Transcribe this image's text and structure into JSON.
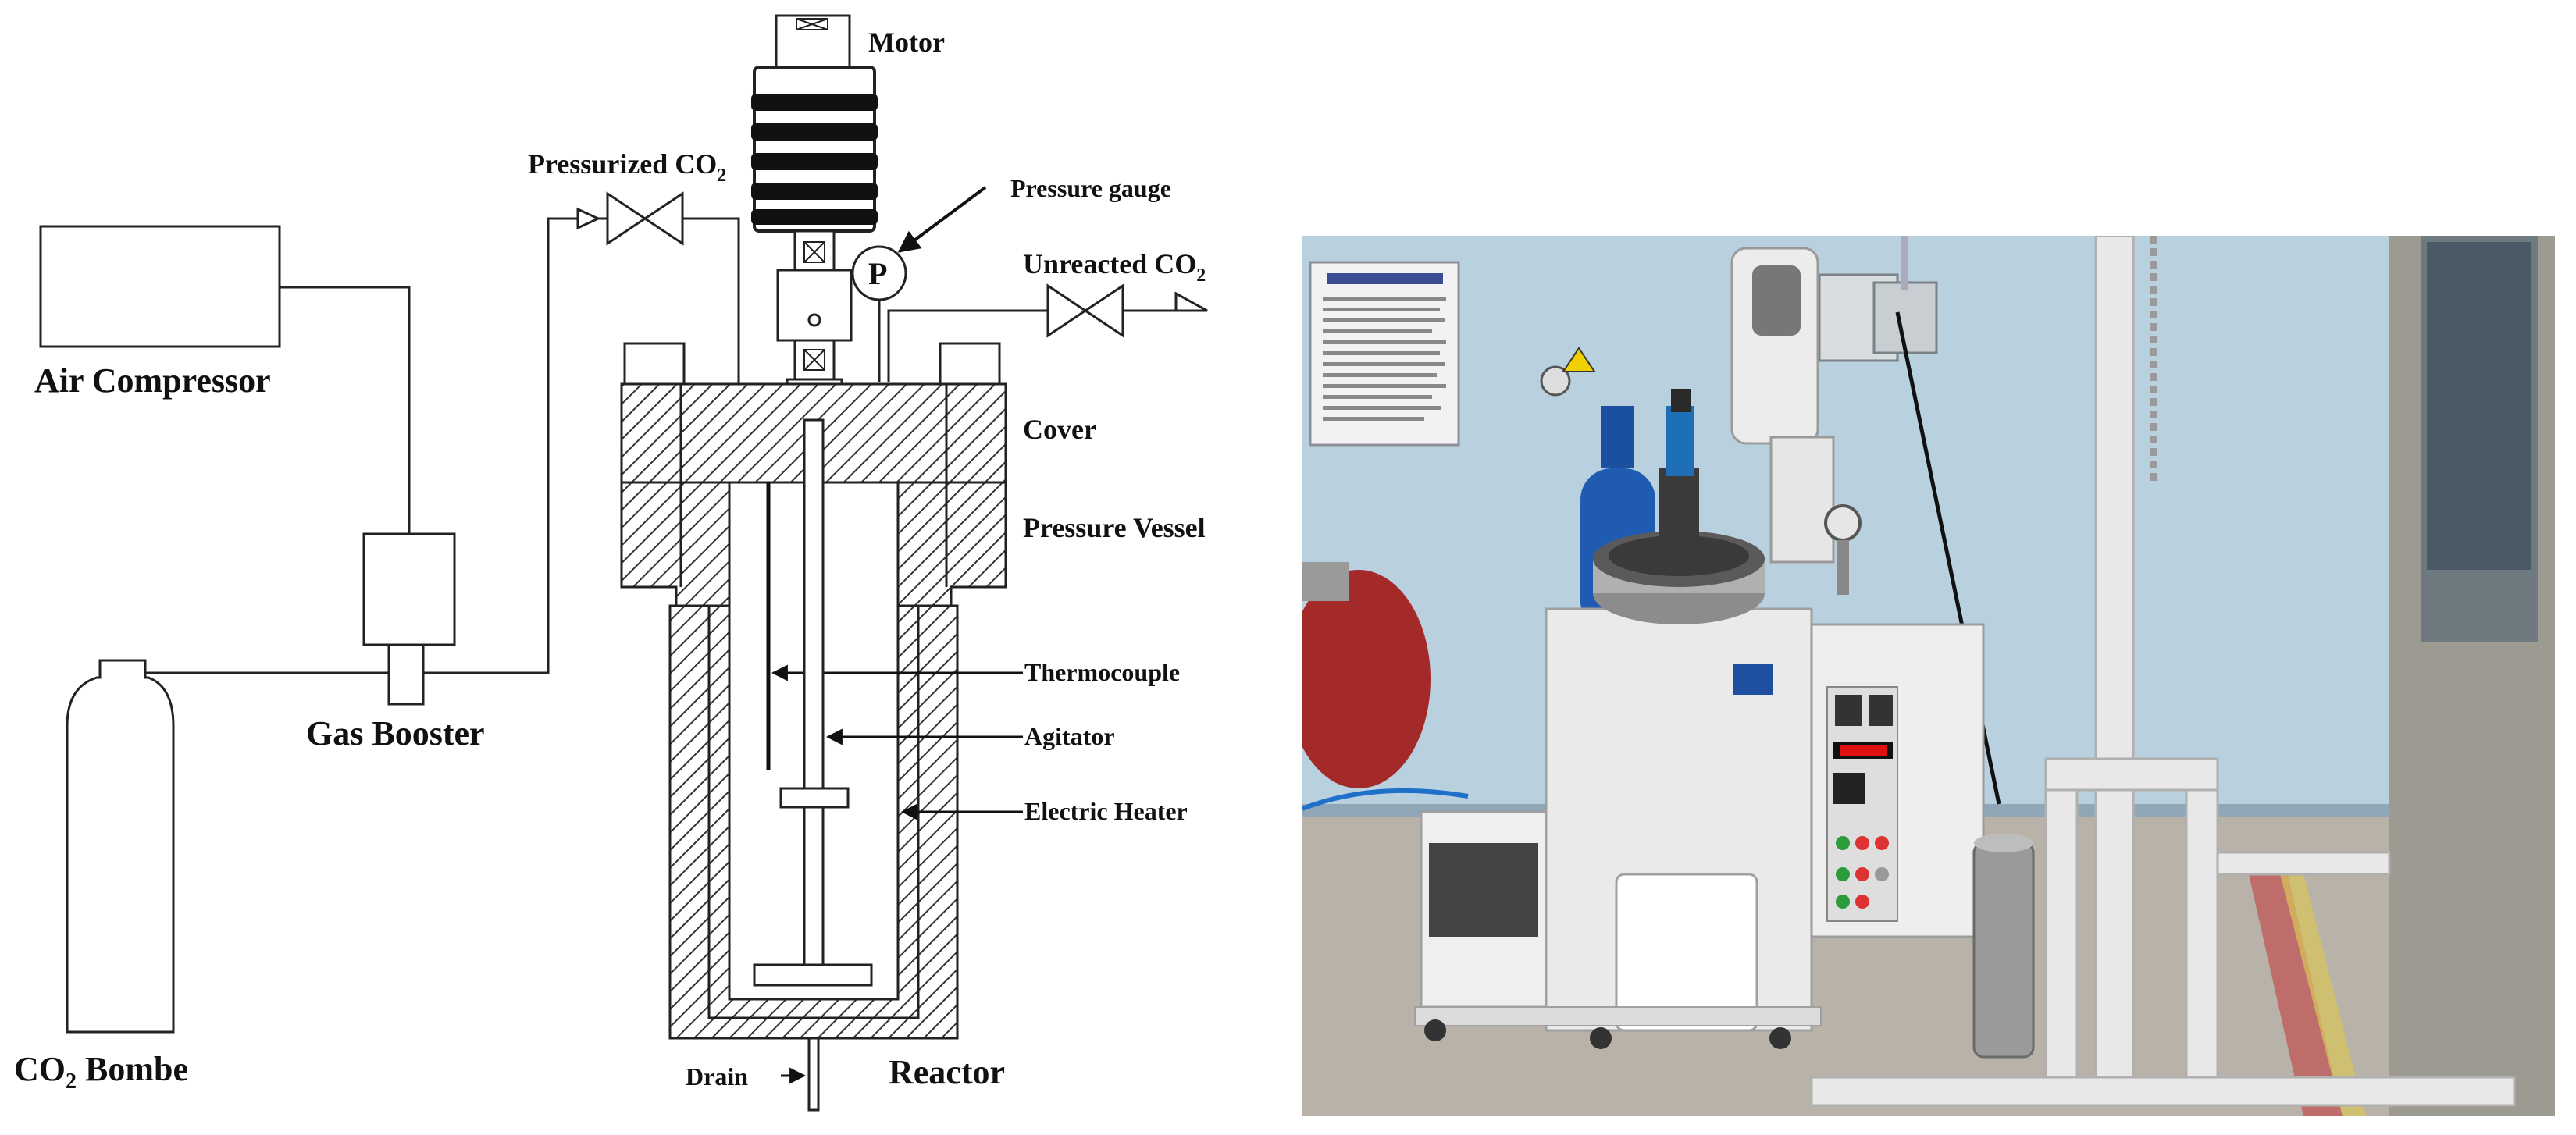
{
  "labels": {
    "motor": "Motor",
    "pressurized_co2": "Pressurized CO",
    "pressurized_co2_sub": "2",
    "pressure_gauge": "Pressure gauge",
    "gauge_symbol": "P",
    "unreacted_co2": "Unreacted CO",
    "unreacted_co2_sub": "2",
    "air_compressor": "Air Compressor",
    "cover": "Cover",
    "pressure_vessel": "Pressure Vessel",
    "gas_booster": "Gas Booster",
    "thermocouple": "Thermocouple",
    "agitator": "Agitator",
    "electric_heater": "Electric Heater",
    "co2_bombe_prefix": "CO",
    "co2_bombe_sub": "2",
    "co2_bombe_suffix": " Bombe",
    "drain": "Drain",
    "reactor": "Reactor"
  },
  "colors": {
    "line": "#222222",
    "hatch": "#333333",
    "wall": "#b9d0df",
    "floor": "#b8b2a8"
  }
}
